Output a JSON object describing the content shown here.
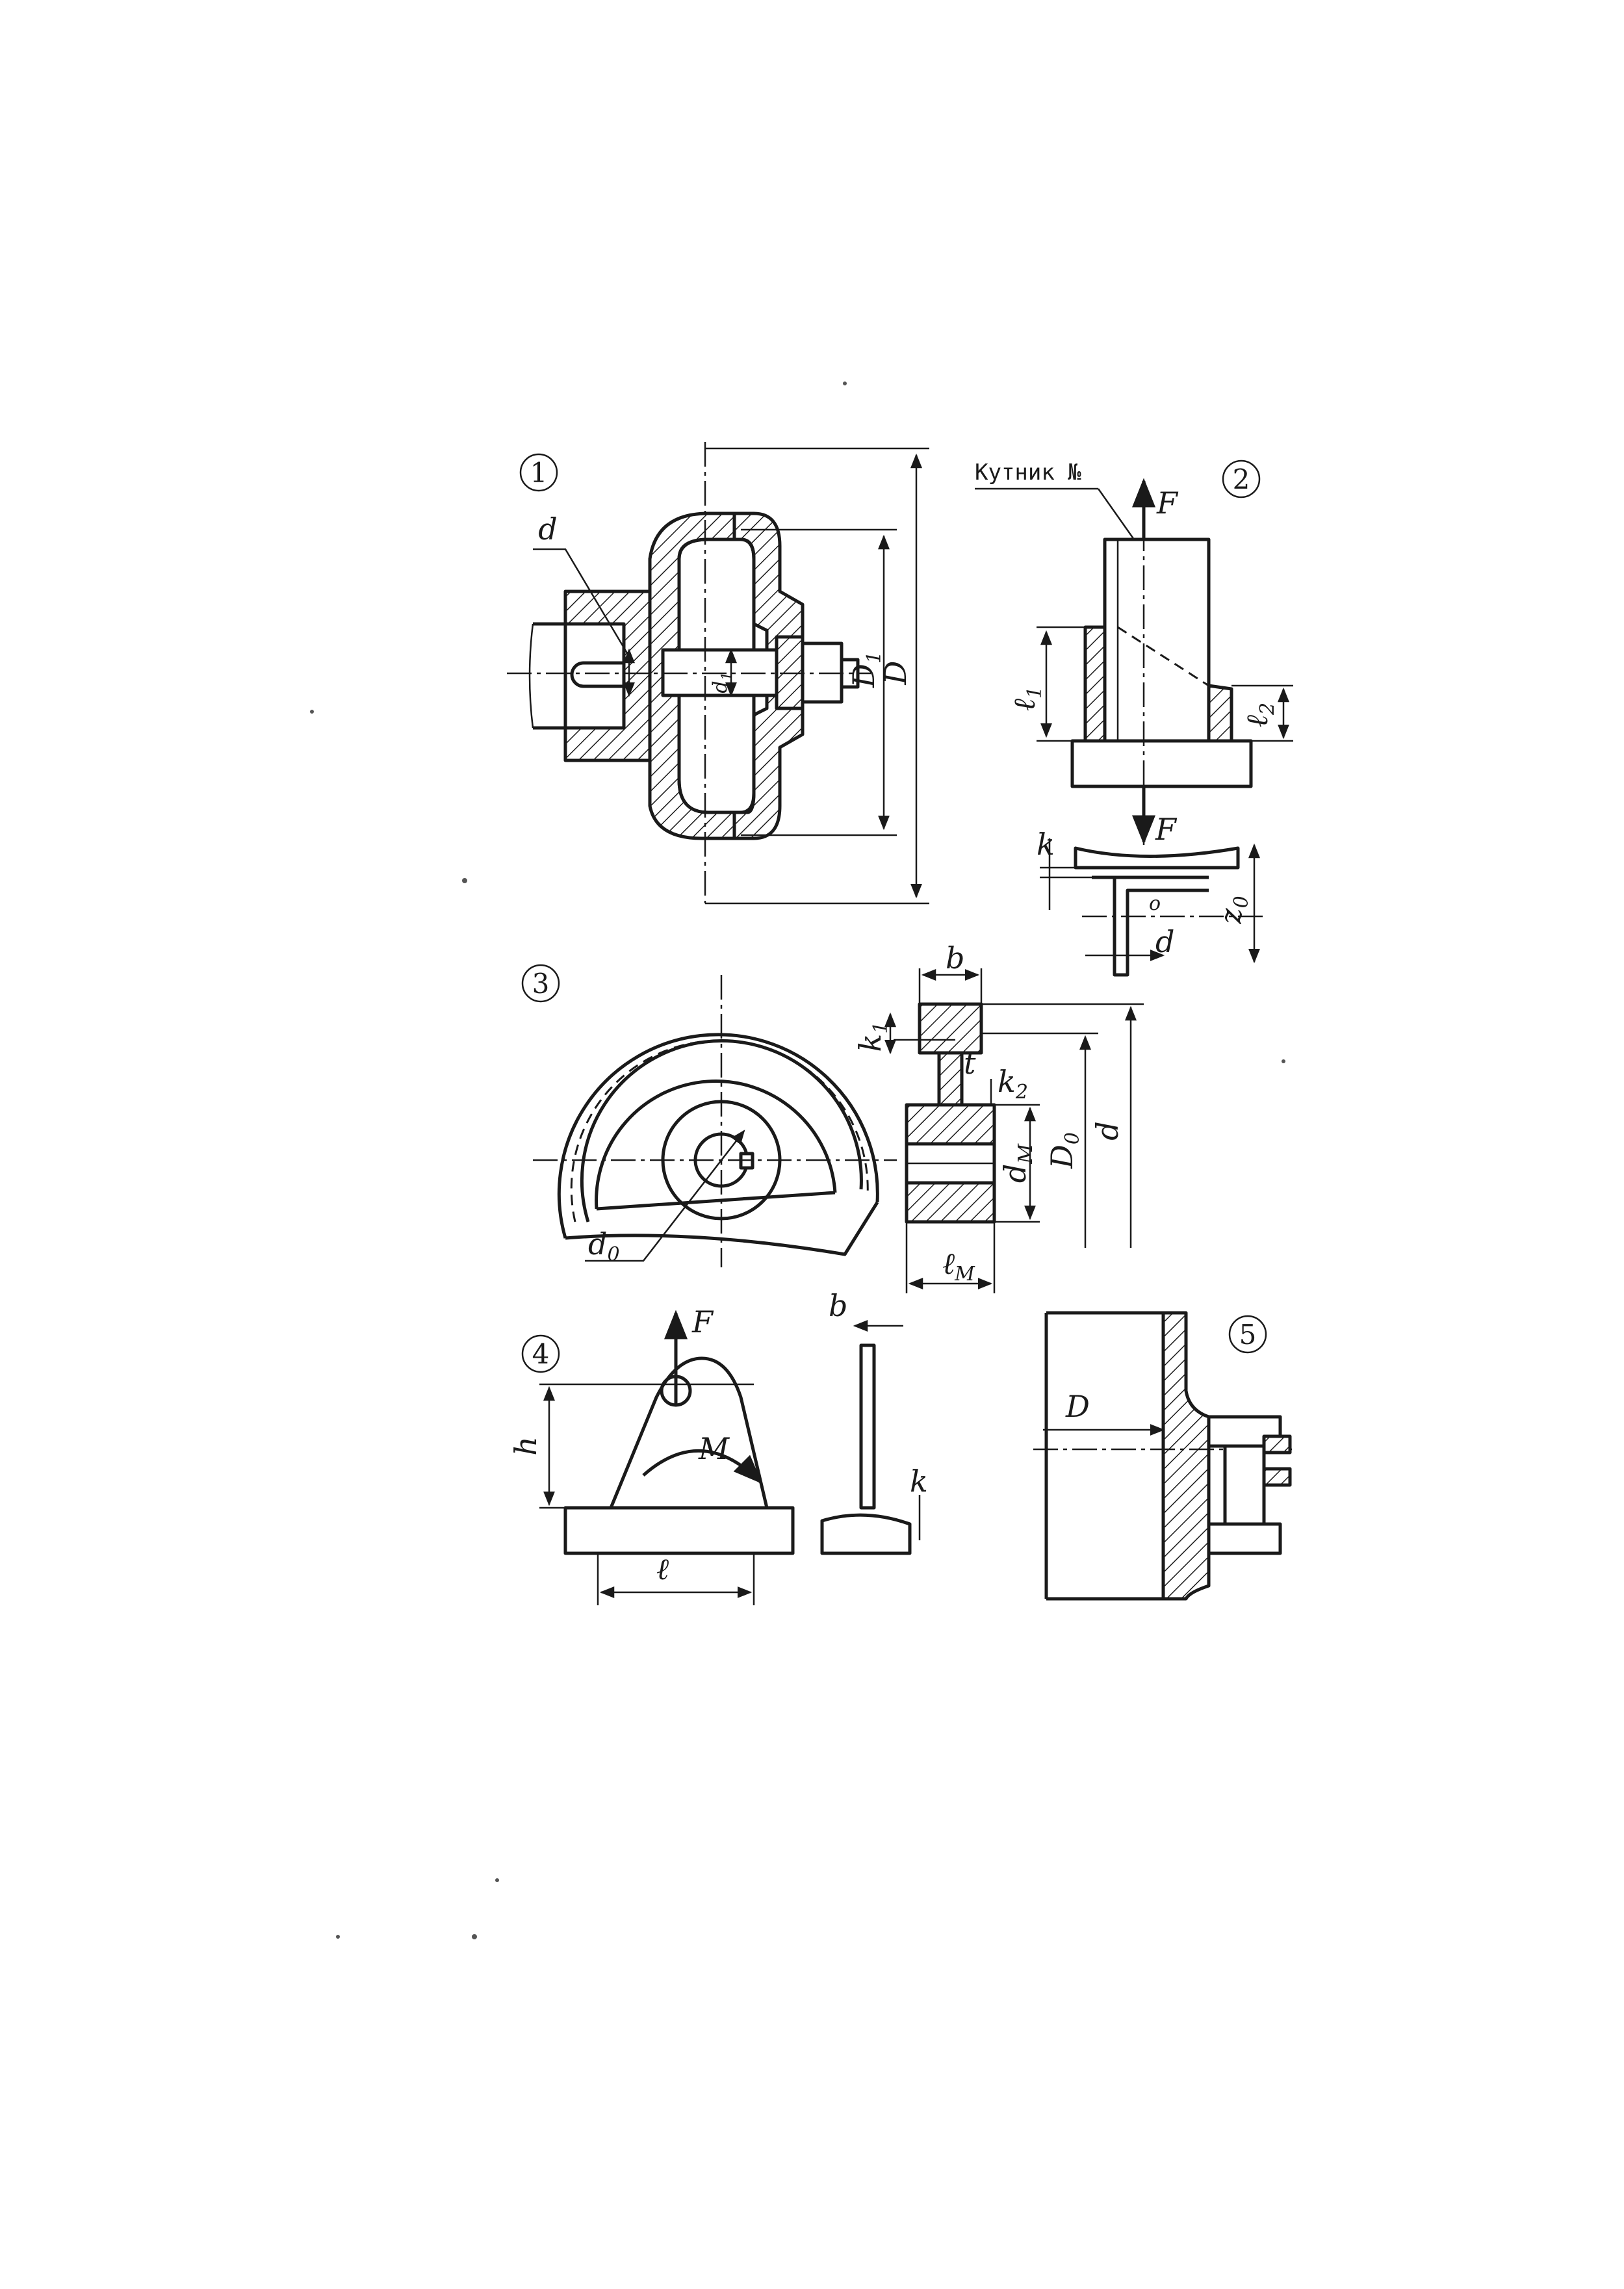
{
  "figures": {
    "fig1": {
      "number": "1",
      "labels": {
        "d": "d",
        "d1": "d",
        "d1_sub": "1",
        "D1": "D",
        "D1_sub": "1",
        "D": "D"
      }
    },
    "fig2": {
      "number": "2",
      "angle_caption": "Кутник №",
      "labels": {
        "F_top": "F",
        "F_bottom": "F",
        "l1": "ℓ",
        "l1_sub": "1",
        "l2": "ℓ",
        "l2_sub": "2",
        "k": "k",
        "d": "d",
        "z0": "z",
        "z0_sub": "0",
        "o": "o"
      }
    },
    "fig3": {
      "number": "3",
      "labels": {
        "b": "b",
        "k1": "k",
        "k1_sub": "1",
        "t": "t",
        "k2": "k",
        "k2_sub": "2",
        "dM": "d",
        "dM_sub": "M",
        "D0": "D",
        "D0_sub": "0",
        "d": "d",
        "d0": "d",
        "d0_sub": "0",
        "lM": "ℓ",
        "lM_sub": "M"
      }
    },
    "fig4": {
      "number": "4",
      "labels": {
        "F": "F",
        "M": "M",
        "h": "h",
        "l": "ℓ",
        "b": "b",
        "k": "k"
      }
    },
    "fig5": {
      "number": "5",
      "labels": {
        "D": "D"
      }
    }
  },
  "colors": {
    "ink": "#1a1a1a",
    "paper": "#ffffff"
  }
}
